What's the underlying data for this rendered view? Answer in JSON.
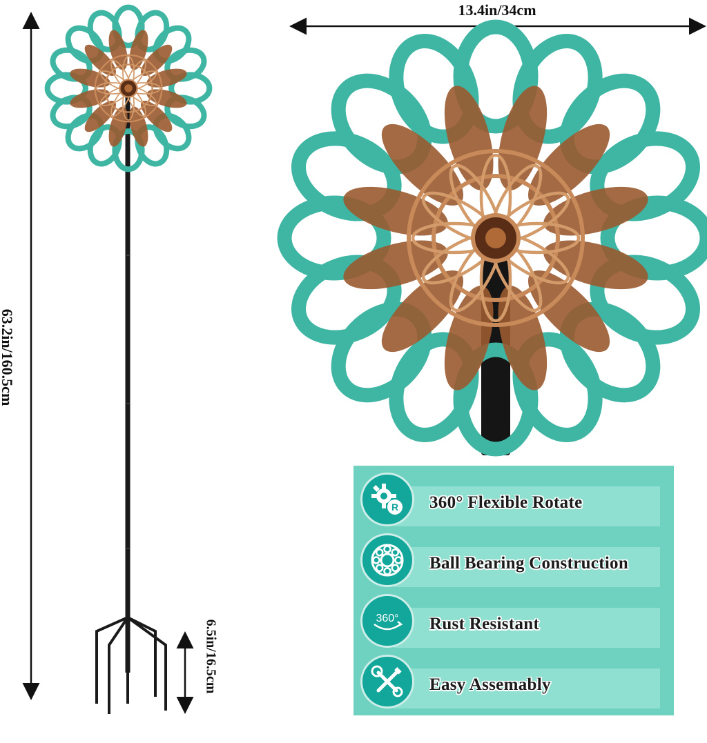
{
  "dimensions": {
    "width": "13.4in/34cm",
    "height": "63.2in/160.5cm",
    "base": "6.5in/16.5cm"
  },
  "features": [
    {
      "label": "360°  Flexible  Rotate",
      "icon": "gear-icon"
    },
    {
      "label": "Ball  Bearing  Construction",
      "icon": "ball-bearing-icon"
    },
    {
      "label": "Rust  Resistant",
      "icon": "rotate-360-icon"
    },
    {
      "label": "Easy  Assemably",
      "icon": "tools-icon"
    }
  ],
  "badge_icon_text": "360°",
  "colors": {
    "teal": "#3fb5a4",
    "copper": "#9a5a30",
    "pole": "#1a1a1a",
    "panel": "#6fd2c1",
    "badge": "#13a69a"
  }
}
